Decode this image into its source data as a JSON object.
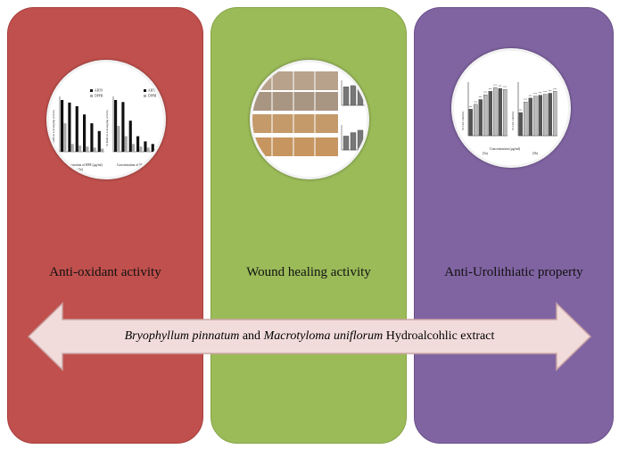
{
  "panels": [
    {
      "label": "Anti-oxidant activity",
      "color": "#c0504d"
    },
    {
      "label": "Wound healing activity",
      "color": "#9bbb59"
    },
    {
      "label": "Anti-Urolithiatic property",
      "color": "#8064a2"
    }
  ],
  "extract": {
    "species1": "Bryophyllum pinnatum",
    "conj": " and ",
    "species2": "Macrotyloma uniflorum",
    "rest": " Hydroalcohlic extract"
  },
  "antioxidant_chart": {
    "legend": [
      "ABTS",
      "DPPH"
    ],
    "ylabel": "% Radical scavenging activity",
    "xlabel_left": "Concentration of BPE (µg/ml)",
    "xlabel_right": "Concentration of M",
    "sublabel_left": "(3a)",
    "abts_left": [
      100,
      95,
      88,
      72,
      55,
      40
    ],
    "dpph_left": [
      55,
      15,
      12,
      10,
      8,
      6
    ],
    "abts_right": [
      100,
      96,
      60,
      30,
      20,
      15
    ],
    "dpph_right": [
      50,
      30,
      15,
      10,
      8,
      5
    ]
  },
  "urolithiatic_chart": {
    "ylabel_left": "% Cell viability",
    "ylabel_right": "% Cell viability",
    "xlabel": "Concentration (µg/ml)",
    "sublabel_left": "(5a)",
    "sublabel_right": "(5b)",
    "left_values": [
      55,
      65,
      75,
      85,
      92,
      100,
      98,
      96
    ],
    "right_values": [
      48,
      70,
      78,
      82,
      84,
      86,
      88,
      92
    ]
  },
  "wound_chart": {
    "top_values": [
      80,
      85,
      70
    ],
    "bottom_values": [
      60,
      75,
      85
    ]
  },
  "colors": {
    "arrow_fill": "#f2dcdb",
    "arrow_stroke": "#c9a5a4"
  }
}
